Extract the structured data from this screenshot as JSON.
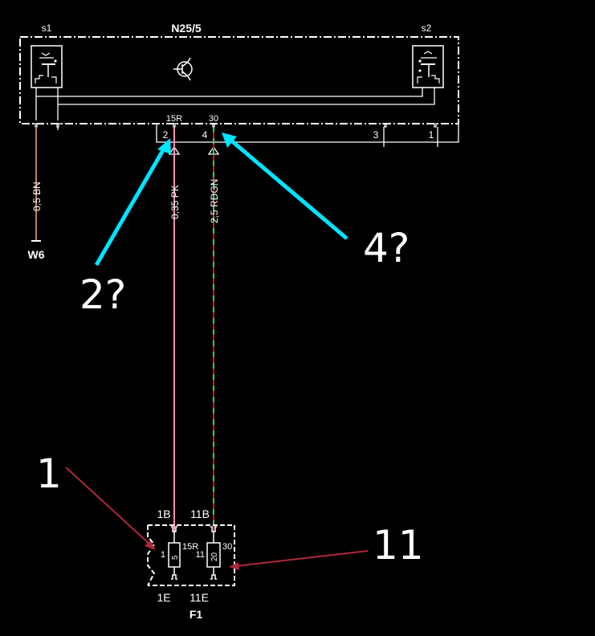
{
  "module": {
    "name": "N25/5",
    "switch_left": "s1",
    "switch_right": "s2",
    "pins": {
      "p2": "2",
      "p4": "4",
      "p3": "3",
      "p1": "1",
      "t15r": "15R",
      "t30": "30"
    }
  },
  "wires": {
    "left_wire": "0,5 BN",
    "left_connector": "W6",
    "pk_wire": "0,35 PK",
    "rdgn_wire": "2,5 RDGN"
  },
  "fuse_box": {
    "name": "F1",
    "top_left": "1B",
    "top_right": "11B",
    "bottom_left": "1E",
    "bottom_right": "11E",
    "fuse1_num": "1",
    "fuse1_value": "5",
    "fuse1_term": "15R",
    "fuse11_num": "11",
    "fuse11_value": "20",
    "fuse11_term": "30"
  },
  "annotations": {
    "q2": "2?",
    "q4": "4?",
    "n1": "1",
    "n11": "11"
  },
  "colors": {
    "pink": "#ff8fb3",
    "red": "#d01818",
    "green": "#3ad23a",
    "cyan": "#00e5ff",
    "arrow_red": "#b0283a",
    "brown": "#c08060"
  }
}
